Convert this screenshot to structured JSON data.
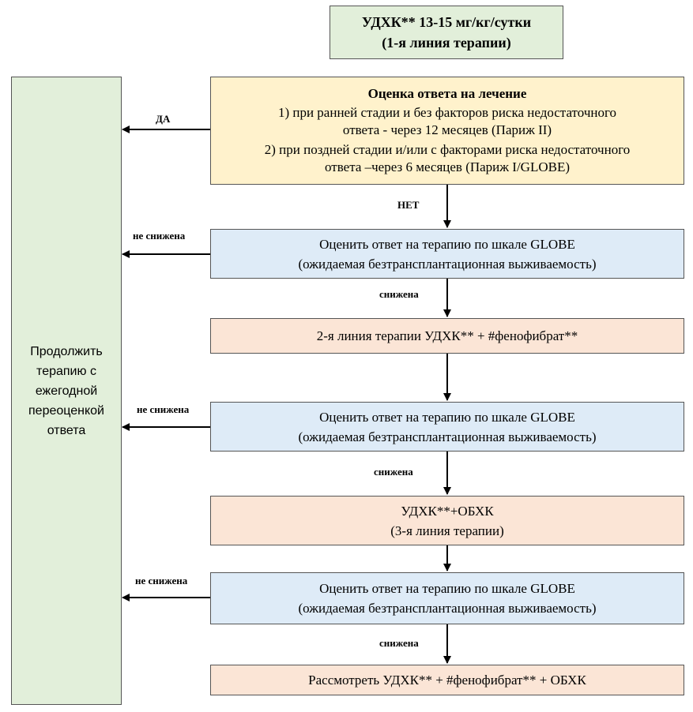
{
  "top_box": {
    "line1": "УДХК** 13-15 мг/кг/сутки",
    "line2": "(1-я линия терапии)"
  },
  "side_box": {
    "line1": "Продолжить",
    "line2": "терапию с",
    "line3": "ежегодной",
    "line4": "переоценкой",
    "line5": "ответа"
  },
  "evaluation_box": {
    "title": "Оценка ответа на лечение",
    "item1_line1": "1) при ранней стадии и без факторов риска недостаточного",
    "item1_line2": "ответа - через 12 месяцев (Париж II)",
    "item2_line1": "2) при поздней стадии и/или с факторами риска недостаточного",
    "item2_line2": "ответа –через 6 месяцев (Париж I/GLOBE)"
  },
  "globe_box_1": {
    "line1": "Оценить ответ на терапию по шкале GLOBE",
    "line2": "(ожидаемая безтрансплантационная выживаемость)"
  },
  "second_line_box": {
    "line1": "2-я линия терапии УДХК** + #фенофибрат**"
  },
  "globe_box_2": {
    "line1": "Оценить ответ на терапию по шкале GLOBE",
    "line2": "(ожидаемая безтрансплантационная выживаемость)"
  },
  "third_line_box": {
    "line1": "УДХК**+ОБХК",
    "line2": "(3-я линия терапии)"
  },
  "globe_box_3": {
    "line1": "Оценить ответ на терапию по шкале GLOBE",
    "line2": "(ожидаемая безтрансплантационная выживаемость)"
  },
  "final_box": {
    "line1": "Рассмотреть УДХК** + #фенофибрат** + ОБХК"
  },
  "labels": {
    "yes": "ДА",
    "no": "НЕТ",
    "not_reduced_1": "не снижена",
    "reduced_1": "снижена",
    "not_reduced_2": "не снижена",
    "reduced_2": "снижена",
    "not_reduced_3": "не снижена",
    "reduced_3": "снижена"
  },
  "colors": {
    "green_box": "#e2efda",
    "yellow_box": "#fff2cc",
    "blue_box": "#deebf7",
    "salmon_box": "#fbe5d6",
    "border": "#555555",
    "arrow": "#000000"
  }
}
